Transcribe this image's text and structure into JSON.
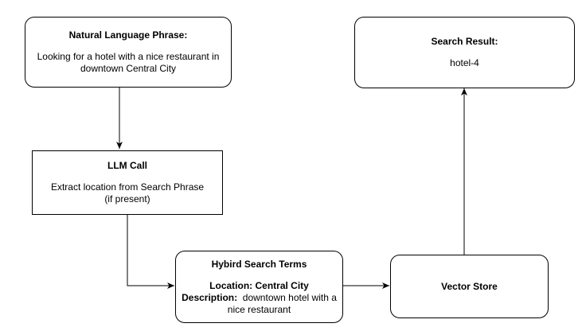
{
  "nodes": {
    "phrase": {
      "title": "Natural Language Phrase:",
      "line1": "Looking for a hotel with a nice restaurant in",
      "line2": "downtown Central City"
    },
    "llm": {
      "title": "LLM Call",
      "line1": "Extract location from Search Phrase",
      "line2": "(if present)"
    },
    "hybrid": {
      "title": "Hybird Search Terms",
      "location": "Location: Central City",
      "desc_label": "Description:",
      "desc_text": "downtown hotel with a",
      "desc_line2": "nice restaurant"
    },
    "vector": {
      "title": "Vector Store"
    },
    "result": {
      "title": "Search Result:",
      "value": "hotel-4"
    }
  },
  "edges": [
    {
      "from": "phrase",
      "to": "llm"
    },
    {
      "from": "llm",
      "to": "hybrid"
    },
    {
      "from": "hybrid",
      "to": "vector"
    },
    {
      "from": "vector",
      "to": "result"
    }
  ]
}
